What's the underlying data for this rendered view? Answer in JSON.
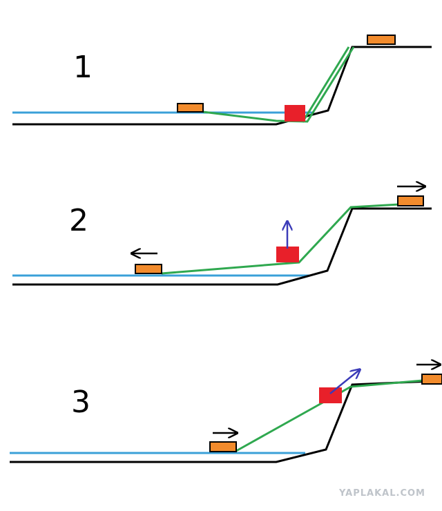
{
  "panels": [
    {
      "label": "1"
    },
    {
      "label": "2"
    },
    {
      "label": "3"
    }
  ],
  "watermark": "YAPLAKAL.COM",
  "colors": {
    "water": "#3aa0d8",
    "ground": "#000000",
    "rope": "#2fa84f",
    "box_orange": "#f28b2c",
    "box_red": "#e8202a",
    "lift_arrow": "#3b3bb8",
    "move_arrow": "#000000"
  }
}
